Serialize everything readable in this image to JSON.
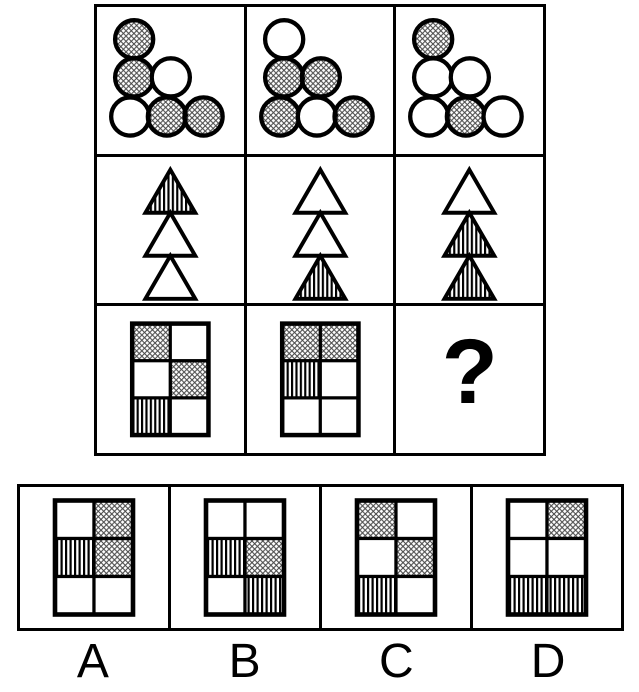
{
  "background": "#ffffff",
  "ink": "#000000",
  "hatch_color": "#4a4a4a",
  "matrix": {
    "grid_size": "3x3",
    "rows": [
      {
        "shape": "circles",
        "arrangement": "staircase-1-2-3",
        "cells": [
          {
            "fills": [
              "cross",
              "cross",
              "white",
              "white",
              "cross",
              "cross"
            ]
          },
          {
            "fills": [
              "white",
              "cross",
              "cross",
              "cross",
              "white",
              "cross"
            ]
          },
          {
            "fills": [
              "cross",
              "white",
              "white",
              "white",
              "cross",
              "white"
            ]
          }
        ]
      },
      {
        "shape": "triangles",
        "arrangement": "stacked-3",
        "cells": [
          {
            "fills": [
              "stripes",
              "white",
              "white"
            ]
          },
          {
            "fills": [
              "white",
              "white",
              "stripes"
            ]
          },
          {
            "fills": [
              "white",
              "stripes",
              "stripes"
            ]
          }
        ]
      },
      {
        "shape": "squares",
        "arrangement": "grid-2x3",
        "cells": [
          {
            "fills": [
              "cross",
              "white",
              "white",
              "cross",
              "stripes",
              "white"
            ]
          },
          {
            "fills": [
              "cross",
              "cross",
              "stripes",
              "white",
              "white",
              "white"
            ]
          },
          {
            "question": "?"
          }
        ]
      }
    ]
  },
  "options": [
    {
      "label": "A",
      "shape": "squares",
      "fills": [
        "white",
        "cross",
        "stripes",
        "cross",
        "white",
        "white"
      ]
    },
    {
      "label": "B",
      "shape": "squares",
      "fills": [
        "white",
        "white",
        "stripes",
        "cross",
        "white",
        "stripes"
      ]
    },
    {
      "label": "C",
      "shape": "squares",
      "fills": [
        "cross",
        "white",
        "white",
        "cross",
        "stripes",
        "white"
      ]
    },
    {
      "label": "D",
      "shape": "squares",
      "fills": [
        "white",
        "cross",
        "white",
        "white",
        "stripes",
        "stripes"
      ]
    }
  ]
}
